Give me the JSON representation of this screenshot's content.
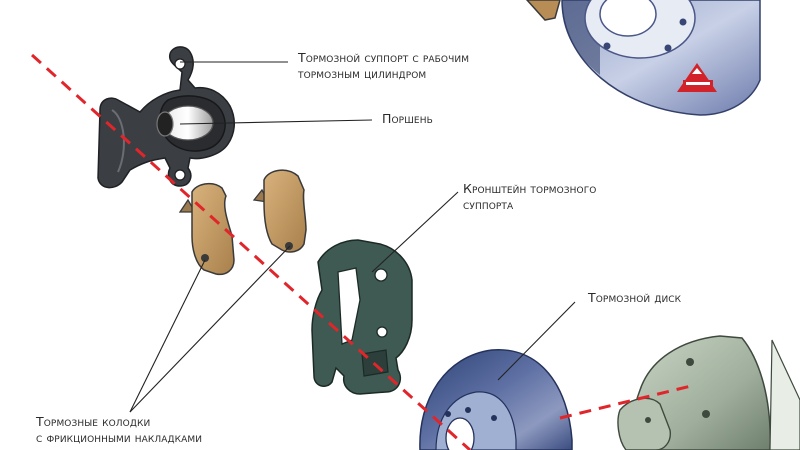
{
  "labels": {
    "caliper": {
      "line1": "Тормозной суппорт с рабочим",
      "line2": "тормозным цилиндром"
    },
    "piston": {
      "line1": "Поршень"
    },
    "bracket": {
      "line1": "Кронштейн тормозного",
      "line2": "суппорта"
    },
    "disc": {
      "line1": "Тормозной диск"
    },
    "pads": {
      "line1": "Тормозные колодки",
      "line2": "с фрикционными накладками"
    }
  },
  "colors": {
    "axis_line": "#e0262b",
    "caliper": "#3a3d40",
    "pad": "#c29a63",
    "bracket": "#3f5a52",
    "disc": "#4e6196",
    "shield": "#b9c6b5",
    "logo": "#d2232a"
  },
  "icons": {
    "logo": "logo-icon"
  }
}
